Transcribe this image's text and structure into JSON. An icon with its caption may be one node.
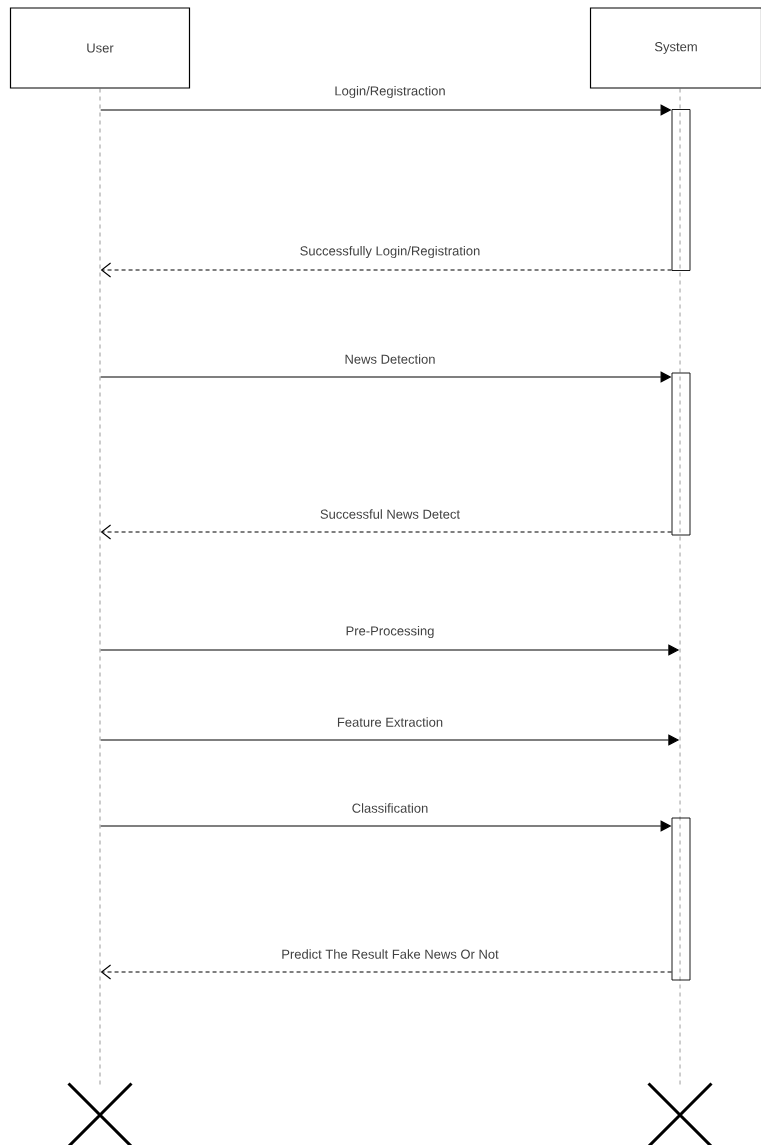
{
  "diagram": {
    "nodes": [
      {
        "text": [
          "User"
        ]
      },
      {
        "text": [
          "System"
        ]
      },
      {
        "text": [],
        "shape": "line"
      },
      {
        "text": [],
        "shape": "line"
      },
      {
        "text": [],
        "shape": "bar"
      },
      {
        "text": [],
        "shape": "bar"
      },
      {
        "text": [],
        "shape": "bar"
      },
      {
        "text": [],
        "shape": "cross"
      },
      {
        "text": [],
        "shape": "cross"
      }
    ],
    "edges": [
      {
        "from": 2,
        "to": 4,
        "arrow": "to",
        "label": "Login/Registraction"
      },
      {
        "from": 4,
        "to": 2,
        "arrow": "to",
        "label": "Successfully Login/Registration",
        "style": "dashed"
      },
      {
        "from": 2,
        "to": 5,
        "arrow": "to",
        "label": "News Detection"
      },
      {
        "from": 5,
        "to": 2,
        "arrow": "to",
        "label": "Successful News Detect",
        "style": "dashed"
      },
      {
        "from": 2,
        "to": 3,
        "arrow": "to",
        "label": "Pre-Processing"
      },
      {
        "from": 2,
        "to": 3,
        "arrow": "to",
        "label": "Feature Extraction"
      },
      {
        "from": 2,
        "to": 6,
        "arrow": "to",
        "label": "Classification"
      },
      {
        "from": 6,
        "to": 2,
        "arrow": "to",
        "label": "Predict The Result  Fake News Or Not",
        "style": "dashed"
      }
    ]
  }
}
